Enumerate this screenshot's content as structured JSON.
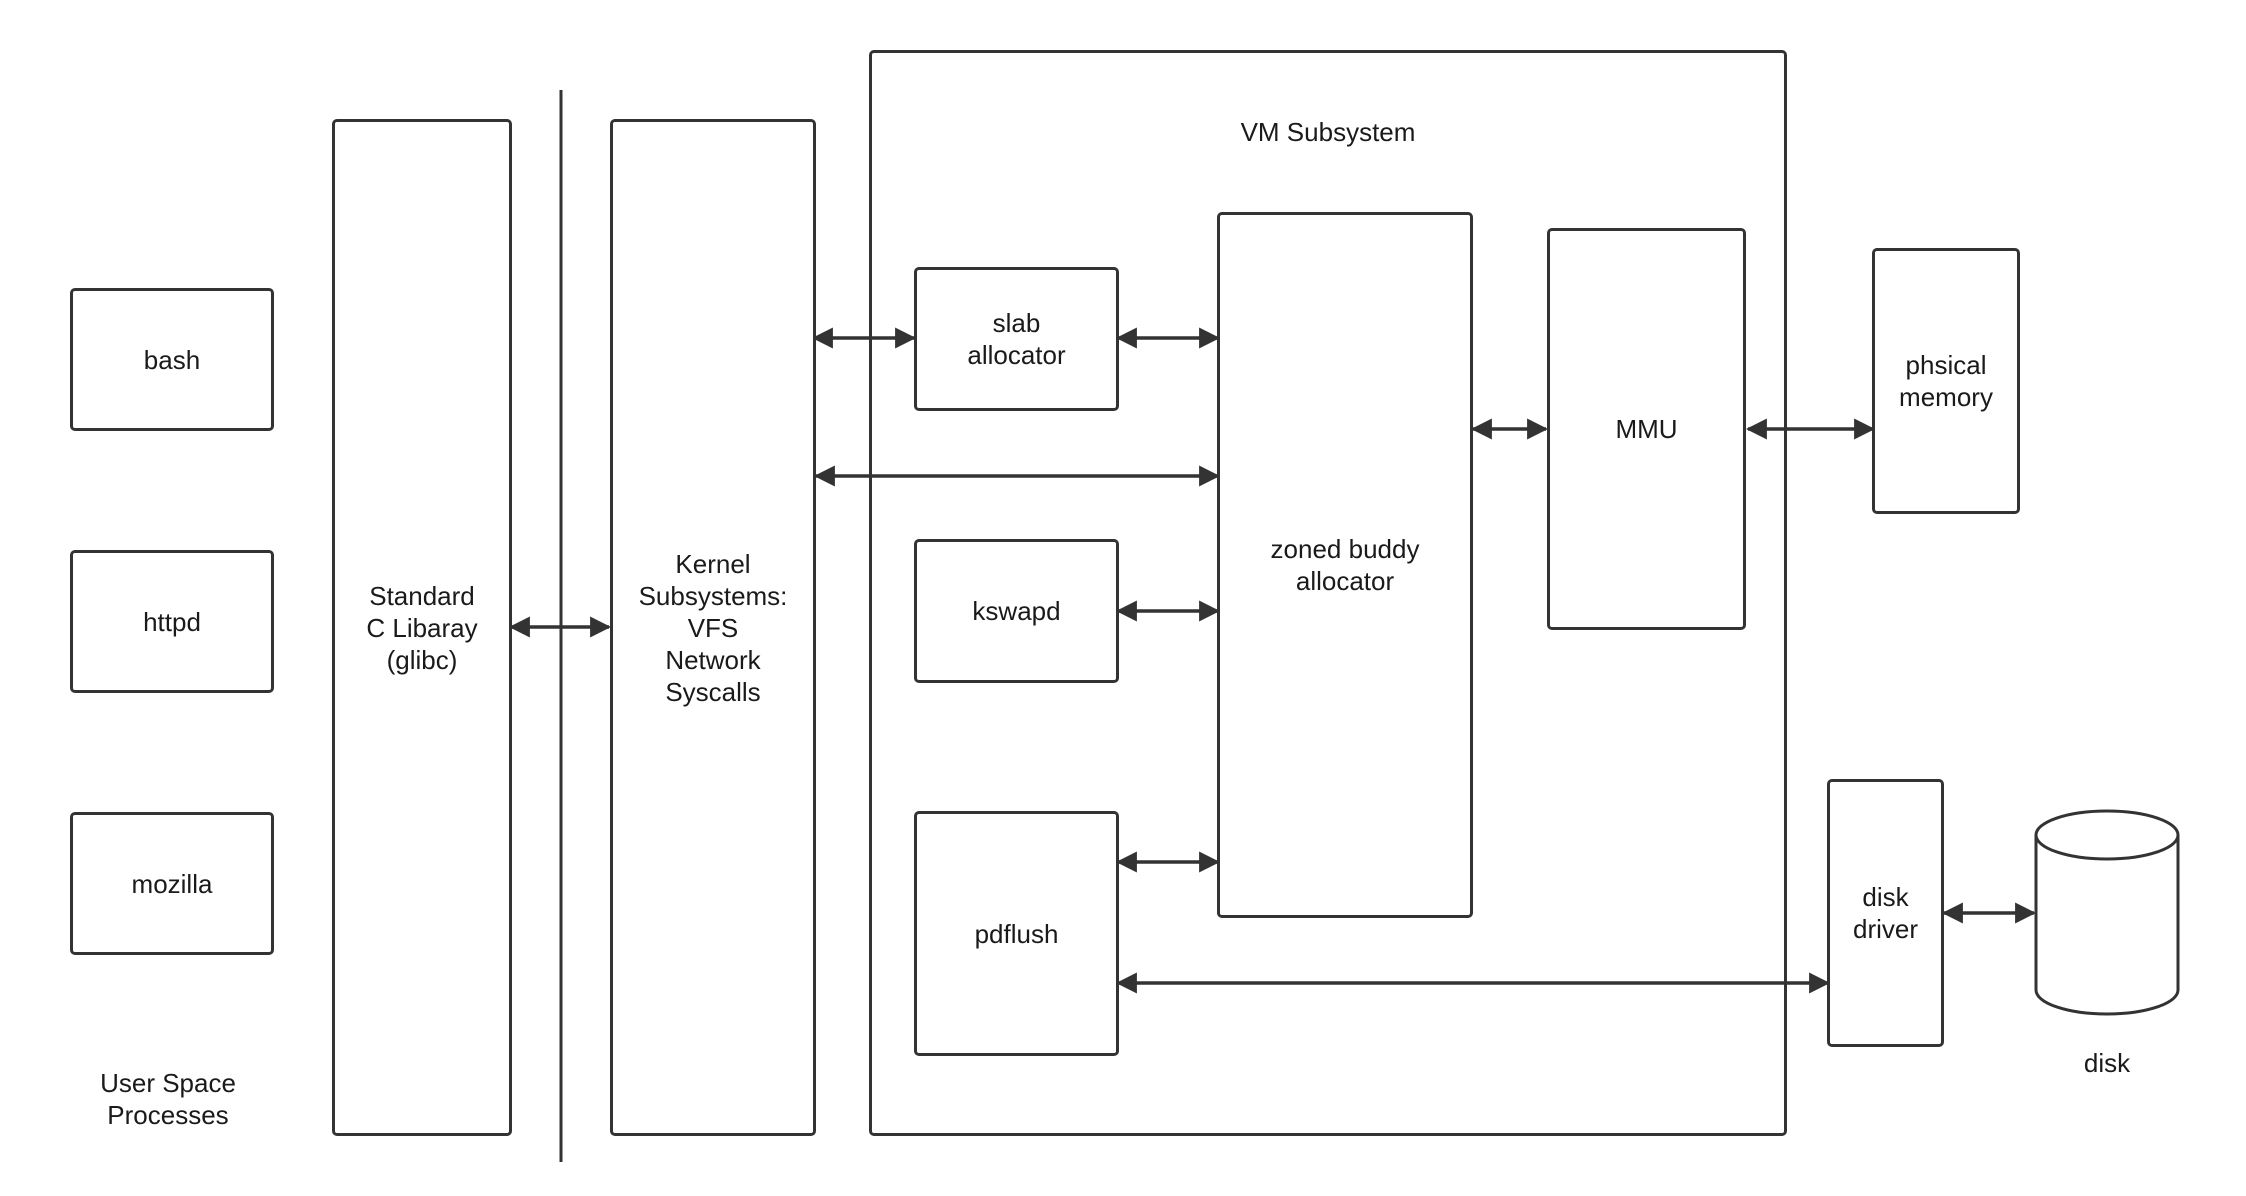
{
  "colors": {
    "stroke": "#333333",
    "text": "#1a1a1a",
    "background": "#ffffff"
  },
  "user_space": {
    "processes": [
      "bash",
      "httpd",
      "mozilla"
    ],
    "caption": "User Space\nProcesses"
  },
  "libc": {
    "label": "Standard\nC Libaray\n(glibc)"
  },
  "kernel": {
    "label": "Kernel\nSubsystems:\nVFS\nNetwork\nSyscalls"
  },
  "vm": {
    "title": "VM Subsystem",
    "slab": "slab\nallocator",
    "kswapd": "kswapd",
    "pdflush": "pdflush",
    "buddy": "zoned buddy\nallocator",
    "mmu": "MMU"
  },
  "hardware": {
    "physical_memory": "phsical\nmemory",
    "disk_driver": "disk\ndriver",
    "disk": "disk"
  },
  "arrows": [
    {
      "from": "libc",
      "to": "kernel",
      "direction": "both"
    },
    {
      "from": "kernel",
      "to": "slab-allocator",
      "direction": "both"
    },
    {
      "from": "slab-allocator",
      "to": "zoned-buddy-allocator",
      "direction": "both"
    },
    {
      "from": "kernel",
      "to": "zoned-buddy-allocator",
      "direction": "both"
    },
    {
      "from": "kswapd",
      "to": "zoned-buddy-allocator",
      "direction": "both"
    },
    {
      "from": "pdflush",
      "to": "zoned-buddy-allocator",
      "direction": "both"
    },
    {
      "from": "pdflush",
      "to": "disk-driver",
      "direction": "both"
    },
    {
      "from": "zoned-buddy-allocator",
      "to": "mmu",
      "direction": "both"
    },
    {
      "from": "mmu",
      "to": "physical-memory",
      "direction": "both"
    },
    {
      "from": "disk-driver",
      "to": "disk",
      "direction": "both"
    }
  ]
}
